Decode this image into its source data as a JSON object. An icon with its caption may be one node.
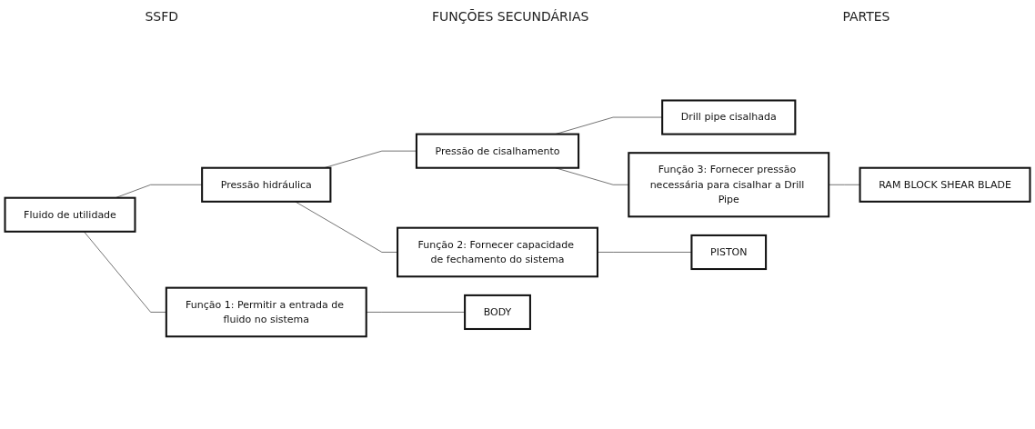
{
  "diagram": {
    "nodes": [
      {
        "text": [
          "Fluido de utilidade"
        ]
      },
      {
        "text": [
          "Pressão hidráulica"
        ]
      },
      {
        "text": [
          "Pressão de cisalhamento"
        ]
      },
      {
        "text": [
          "Drill pipe cisalhada"
        ]
      },
      {
        "text": [
          "Função 1: Permitir a entrada de fluido no sistema"
        ]
      },
      {
        "text": [
          "BODY"
        ]
      },
      {
        "text": [
          "Função 2: Fornecer capacidade de fechamento do sistema"
        ]
      },
      {
        "text": [
          "PISTON"
        ]
      },
      {
        "text": [
          "Função 3: Fornecer pressão necessária para cisalhar a Drill Pipe"
        ]
      },
      {
        "text": [
          "RAM BLOCK SHEAR BLADE"
        ]
      }
    ],
    "edges": [
      {
        "from": 0,
        "to": 1,
        "arrow": "none"
      },
      {
        "from": 0,
        "to": 4,
        "arrow": "none"
      },
      {
        "from": 1,
        "to": 2,
        "arrow": "none"
      },
      {
        "from": 1,
        "to": 6,
        "arrow": "none"
      },
      {
        "from": 2,
        "to": 3,
        "arrow": "none"
      },
      {
        "from": 2,
        "to": 8,
        "arrow": "none"
      },
      {
        "from": 4,
        "to": 5,
        "arrow": "none"
      },
      {
        "from": 6,
        "to": 7,
        "arrow": "none"
      },
      {
        "from": 8,
        "to": 9,
        "arrow": "none"
      }
    ],
    "labels": [
      "SSFD",
      "FUNÇÕES SECUNDÁRIAS",
      "PARTES"
    ]
  }
}
